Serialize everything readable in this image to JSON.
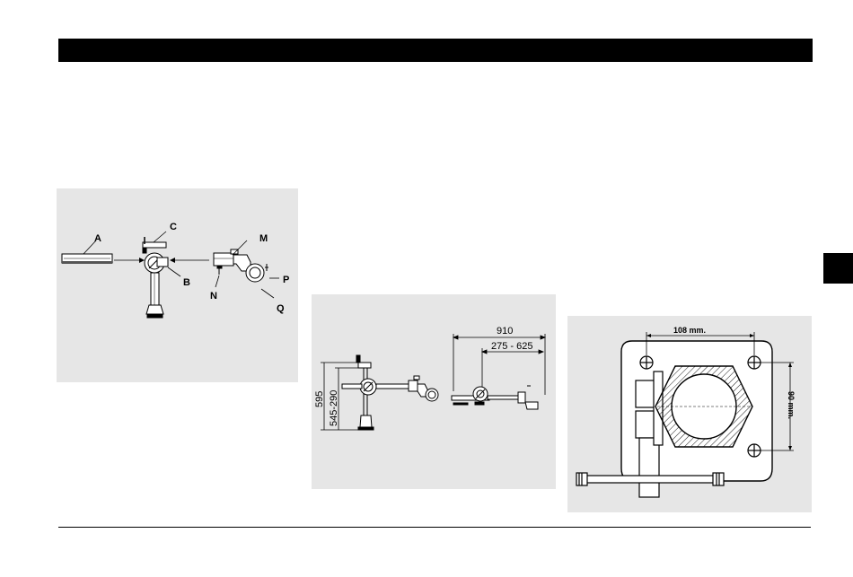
{
  "diagram_1": {
    "labels": {
      "a": "A",
      "b": "B",
      "c": "C",
      "m": "M",
      "n": "N",
      "p": "P",
      "q": "Q"
    }
  },
  "diagram_2": {
    "dimensions": {
      "height_total": "595",
      "height_range": "545-290",
      "width_total": "910",
      "width_range": "275 - 625"
    }
  },
  "diagram_3": {
    "dimensions": {
      "hole_spacing_horizontal": "108 mm.",
      "hole_spacing_vertical": "90 mm."
    }
  }
}
